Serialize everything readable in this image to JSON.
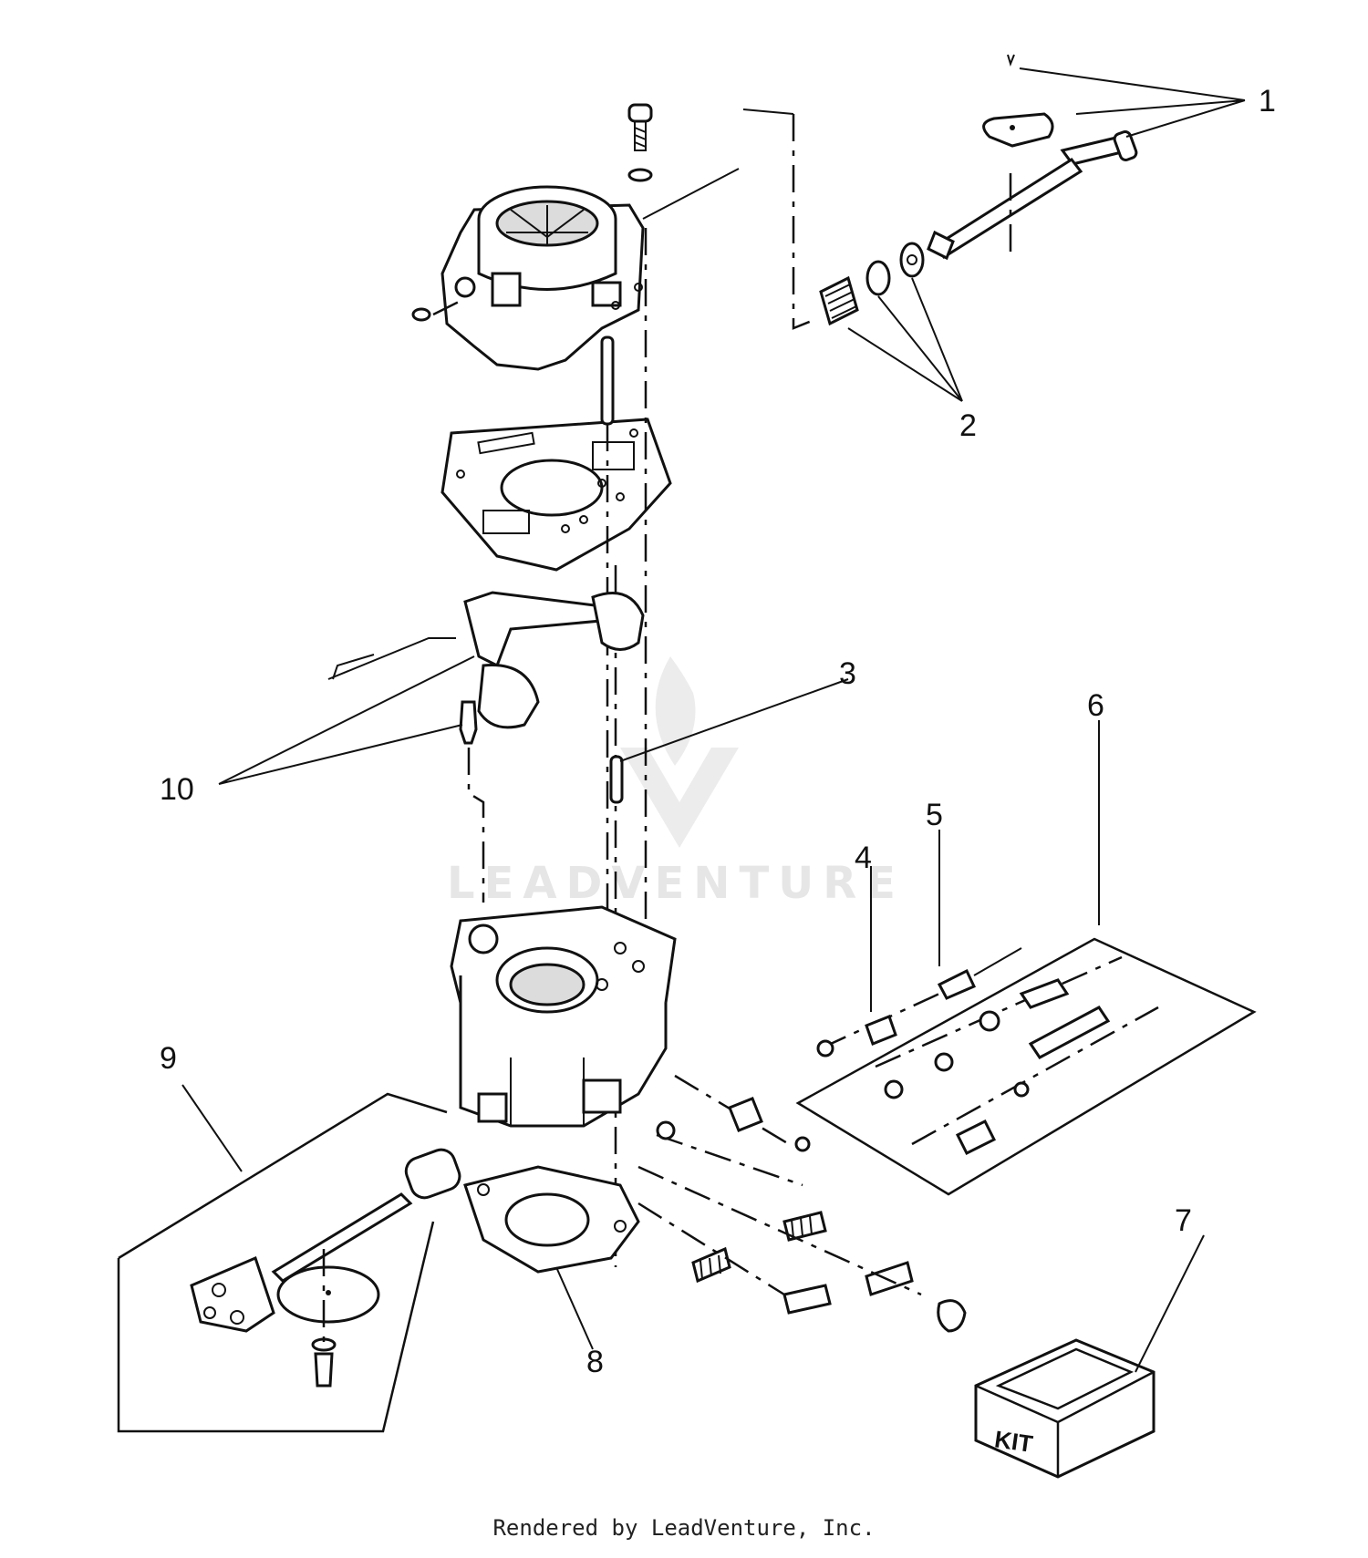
{
  "callouts": [
    {
      "id": "1",
      "label": "1"
    },
    {
      "id": "2",
      "label": "2"
    },
    {
      "id": "3",
      "label": "3"
    },
    {
      "id": "4",
      "label": "4"
    },
    {
      "id": "5",
      "label": "5"
    },
    {
      "id": "6",
      "label": "6"
    },
    {
      "id": "7",
      "label": "7"
    },
    {
      "id": "8",
      "label": "8"
    },
    {
      "id": "9",
      "label": "9"
    },
    {
      "id": "10",
      "label": "10"
    }
  ],
  "kit_box_text": "KIT",
  "watermark": "LEADVENTURE",
  "footer": "Rendered by LeadVenture, Inc."
}
